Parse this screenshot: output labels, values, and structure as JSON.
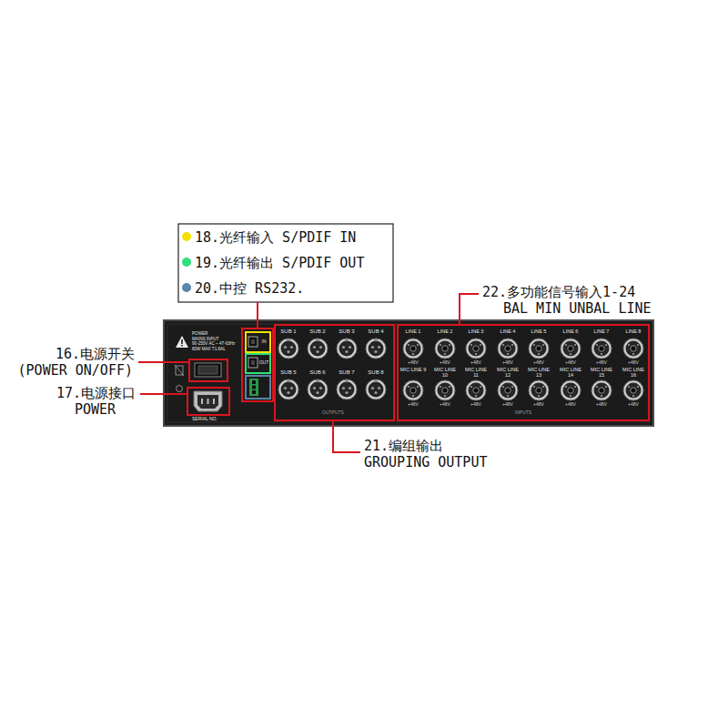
{
  "diagram": {
    "labels": [
      "16.电源开关",
      "(POWER ON/OFF)",
      "17.电源接口",
      "POWER",
      "21.编组输出",
      "GROUPING OUTPUT",
      "22.多功能信号输入1-24",
      "BAL MIN UNBAL LINE",
      "POWER",
      "MAINS INPUT",
      "90-250V AC ~ 47-63Hz",
      "80W MAX T1.6AL",
      "SERIAL NO.",
      "IN",
      "OUT",
      "SUB 1",
      "SUB 2",
      "SUB 3",
      "SUB 4",
      "SUB 5",
      "SUB 6",
      "SUB 7",
      "SUB 8",
      "OUTPUTS",
      "INPUTS",
      "LINE 1",
      "LINE 2",
      "LINE 3",
      "LINE 4",
      "LINE 5",
      "LINE 6",
      "LINE 7",
      "LINE 8",
      "MIC LINE 9",
      "MIC LINE 10",
      "MIC LINE 11",
      "MIC LINE 12",
      "MIC LINE 13",
      "MIC LINE 14",
      "MIC LINE 15",
      "MIC LINE 16",
      "+48V",
      "+48V",
      "+48V",
      "+48V",
      "+48V",
      "+48V",
      "+48V",
      "+48V",
      "+48V",
      "+48V",
      "+48V",
      "+48V",
      "+48V",
      "+48V",
      "+48V",
      "+48V"
    ],
    "legend": [
      {
        "text": "18.光纤输入 S/PDIF IN",
        "color": "#f2e100"
      },
      {
        "text": "19.光纤输出 S/PDIF OUT",
        "color": "#2fe07a"
      },
      {
        "text": "20.中控 RS232.",
        "color": "#5a86a8"
      }
    ]
  }
}
